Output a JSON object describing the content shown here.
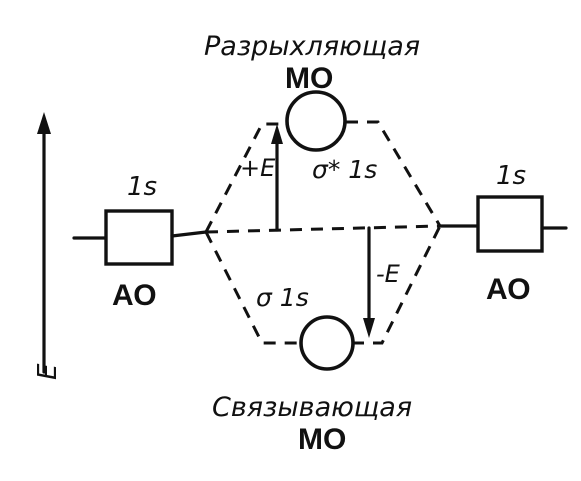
{
  "top_orbital": {
    "caption": "Разрыхляющая",
    "abbrev": "МО",
    "label": "σ* 1s"
  },
  "bottom_orbital": {
    "caption": "Связывающая",
    "abbrev": "МО",
    "label": "σ 1s"
  },
  "left_atom": {
    "orbital": "1s",
    "abbrev": "АО"
  },
  "right_atom": {
    "orbital": "1s",
    "abbrev": "АО"
  },
  "energy_up": "+E",
  "energy_down": "-E",
  "energy_axis": "E",
  "colors": {
    "ink": "#111111",
    "background": "#ffffff"
  }
}
